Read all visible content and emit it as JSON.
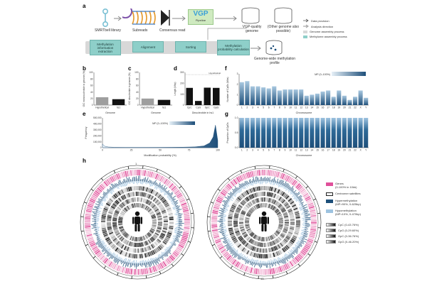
{
  "panels": {
    "a": {
      "label": "a",
      "smrt_label": "SMRTbell library",
      "subreads_label": "Subreads",
      "consensus_label": "Consensus read",
      "vgp_logo": "VGP",
      "vgp_sub": "Pipeline",
      "genome_label": "VGP-quality genome",
      "other_genome_label": "(Other genome also possible)",
      "methylation_extraction": "Methylation information extraction",
      "alignment": "Alignment",
      "sorting": "Sorting",
      "probability_calc": "Methylation probability calculation",
      "profile_label": "Genome-wide methylation profile",
      "legend": [
        "Data provision",
        "Analysis direction",
        "Genome assembly process",
        "Methylome assembly process"
      ]
    },
    "b": {
      "label": "b"
    },
    "c": {
      "label": "c"
    },
    "d": {
      "label": "d"
    },
    "e": {
      "label": "e"
    },
    "f": {
      "label": "f"
    },
    "g": {
      "label": "g"
    },
    "h": {
      "label": "h",
      "legend": {
        "genes": "Genes",
        "genes_sub": "(0-100% in 10kb)",
        "centromer": "Centromer satellites",
        "hyper": "Hypermethylation",
        "hyper_sub": "(MP>90%, 0-625bp)",
        "hypo": "Hypomethylation",
        "hypo_sub": "(MP<10%, 0-470bp)",
        "cpc": "CpC (0-43.76%)",
        "cpg": "CpG (0-29.60%)",
        "gpc": "GpC (0-36.76%)",
        "gpg": "GpG (0-46.20%)"
      },
      "chromosome_marks": [
        "1",
        "13"
      ]
    }
  },
  "chart_data": [
    {
      "id": "b",
      "type": "bar",
      "categories": [
        "Hypothetical",
        "hs1"
      ],
      "values": [
        24,
        18
      ],
      "ylim": [
        0,
        100
      ],
      "yticks": [
        "0",
        "20",
        "40",
        "60",
        "80",
        "100"
      ],
      "xlabel": "Genome",
      "ylabel": "G/C mononucleotide in genome (%)",
      "colors": [
        "#9e9e9e",
        "#111111"
      ]
    },
    {
      "id": "c",
      "type": "bar",
      "categories": [
        "Hypothetical",
        "hs1"
      ],
      "values": [
        20,
        16
      ],
      "ylim": [
        0,
        100
      ],
      "yticks": [
        "0",
        "20",
        "40",
        "60",
        "80",
        "100"
      ],
      "xlabel": "Genome",
      "ylabel": "G/C dinucleotide in genome (%)",
      "colors": [
        "#9e9e9e",
        "#111111"
      ]
    },
    {
      "id": "d",
      "type": "bar",
      "categories": [
        "CpC",
        "CpG",
        "GpC",
        "GpG"
      ],
      "values": [
        158,
        38,
        160,
        158
      ],
      "ylim": [
        0,
        300
      ],
      "yticks": [
        "0",
        "100",
        "200",
        "300"
      ],
      "reference_line": {
        "value": 280,
        "label": "Hypothetical"
      },
      "xlabel": "Dinucleotide in hs1",
      "ylabel": "Length (Mbp)",
      "colors": [
        "#111111",
        "#111111",
        "#111111",
        "#111111"
      ]
    },
    {
      "id": "e",
      "type": "area",
      "x": [
        0,
        2,
        5,
        10,
        20,
        30,
        40,
        50,
        60,
        70,
        80,
        88,
        93,
        96,
        98,
        100
      ],
      "y": [
        60000,
        25000,
        12000,
        8000,
        6000,
        5500,
        5500,
        6000,
        7000,
        9000,
        14000,
        30000,
        80000,
        180000,
        380000,
        120000
      ],
      "xlim": [
        0,
        100
      ],
      "ylim": [
        0,
        500000
      ],
      "xticks": [
        "0",
        "25",
        "50",
        "75",
        "100"
      ],
      "yticks": [
        "0",
        "100,000",
        "200,000",
        "300,000",
        "400,000",
        "500,000"
      ],
      "xlabel": "Modification probability (%)",
      "ylabel": "Frequency",
      "colorbar_label": "MP (0–100%)"
    },
    {
      "id": "f",
      "type": "bar",
      "categories": [
        "1",
        "2",
        "3",
        "4",
        "5",
        "6",
        "7",
        "8",
        "9",
        "10",
        "11",
        "12",
        "13",
        "14",
        "15",
        "16",
        "17",
        "18",
        "19",
        "20",
        "21",
        "22",
        "X",
        "Y"
      ],
      "values": [
        2.2,
        2.3,
        1.8,
        1.8,
        1.7,
        1.6,
        1.8,
        1.4,
        1.5,
        1.5,
        1.5,
        1.5,
        0.9,
        1.0,
        1.1,
        1.3,
        1.4,
        0.8,
        1.4,
        0.9,
        0.5,
        0.8,
        1.4,
        0.7
      ],
      "ylim": [
        0,
        3
      ],
      "yticks": [
        "0",
        "1",
        "2",
        "3"
      ],
      "xlabel": "Chromosome",
      "ylabel": "Number of CpGs (Mbs)",
      "colorbar_label": "MP (0–100%)"
    },
    {
      "id": "g",
      "type": "bar",
      "categories": [
        "1",
        "2",
        "3",
        "4",
        "5",
        "6",
        "7",
        "8",
        "9",
        "10",
        "11",
        "12",
        "13",
        "14",
        "15",
        "16",
        "17",
        "18",
        "19",
        "20",
        "21",
        "22",
        "X",
        "Y"
      ],
      "values": [
        1,
        1,
        1,
        1,
        1,
        1,
        1,
        1,
        1,
        1,
        1,
        1,
        1,
        1,
        1,
        1,
        1,
        1,
        1,
        1,
        1,
        1,
        1,
        1
      ],
      "ylim": [
        0,
        1
      ],
      "yticks": [
        "0.0",
        "0.5",
        "1.0"
      ],
      "xlabel": "Chromosome",
      "ylabel": "Proportion of CpGs"
    }
  ],
  "colors": {
    "teal": "#8ecfc9",
    "navy": "#1e4f7a",
    "pink": "#e0509a",
    "bar_gray": "#9e9e9e"
  }
}
